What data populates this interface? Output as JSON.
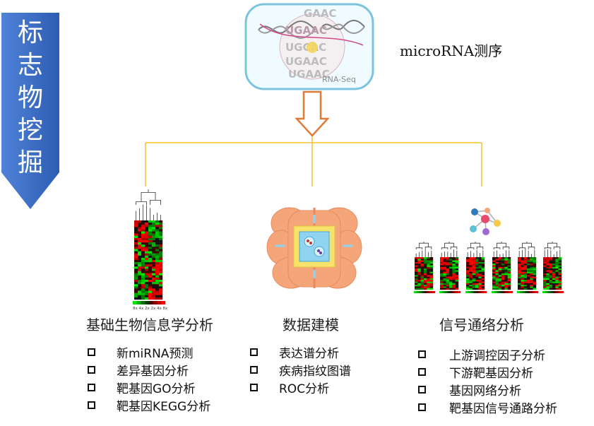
{
  "banner": {
    "chars": [
      "标",
      "志",
      "物",
      "挖",
      "掘"
    ],
    "color": "#3b6dc6"
  },
  "sequencing": {
    "caption": "microRNA测序",
    "image_text": [
      "GAAC",
      "UGAAC",
      "UGCAC",
      "UGAAC",
      "UGAAC"
    ],
    "image_label": "RNA-Seq"
  },
  "columns": [
    {
      "title": "基础生物信息学分析",
      "items": [
        "新miRNA预测",
        "差异基因分析",
        "靶基因GO分析",
        "靶基因KEGG分析"
      ],
      "heatmap_scale": "8x 4x 2x    2x 4x 8x"
    },
    {
      "title": "数据建模",
      "items": [
        "表达谱分析",
        "疾病指纹图谱",
        "ROC分析"
      ]
    },
    {
      "title": "信号通络分析",
      "items": [
        "上游调控因子分析",
        "下游靶基因分析",
        "基因网络分析",
        "靶基因信号通路分析"
      ]
    }
  ],
  "colors": {
    "arrow": "#e07b39",
    "connector": "#f2c12e",
    "brain": "#f4a57a",
    "chip": "#f7e36b",
    "chip_inner": "#8fd3f0"
  }
}
